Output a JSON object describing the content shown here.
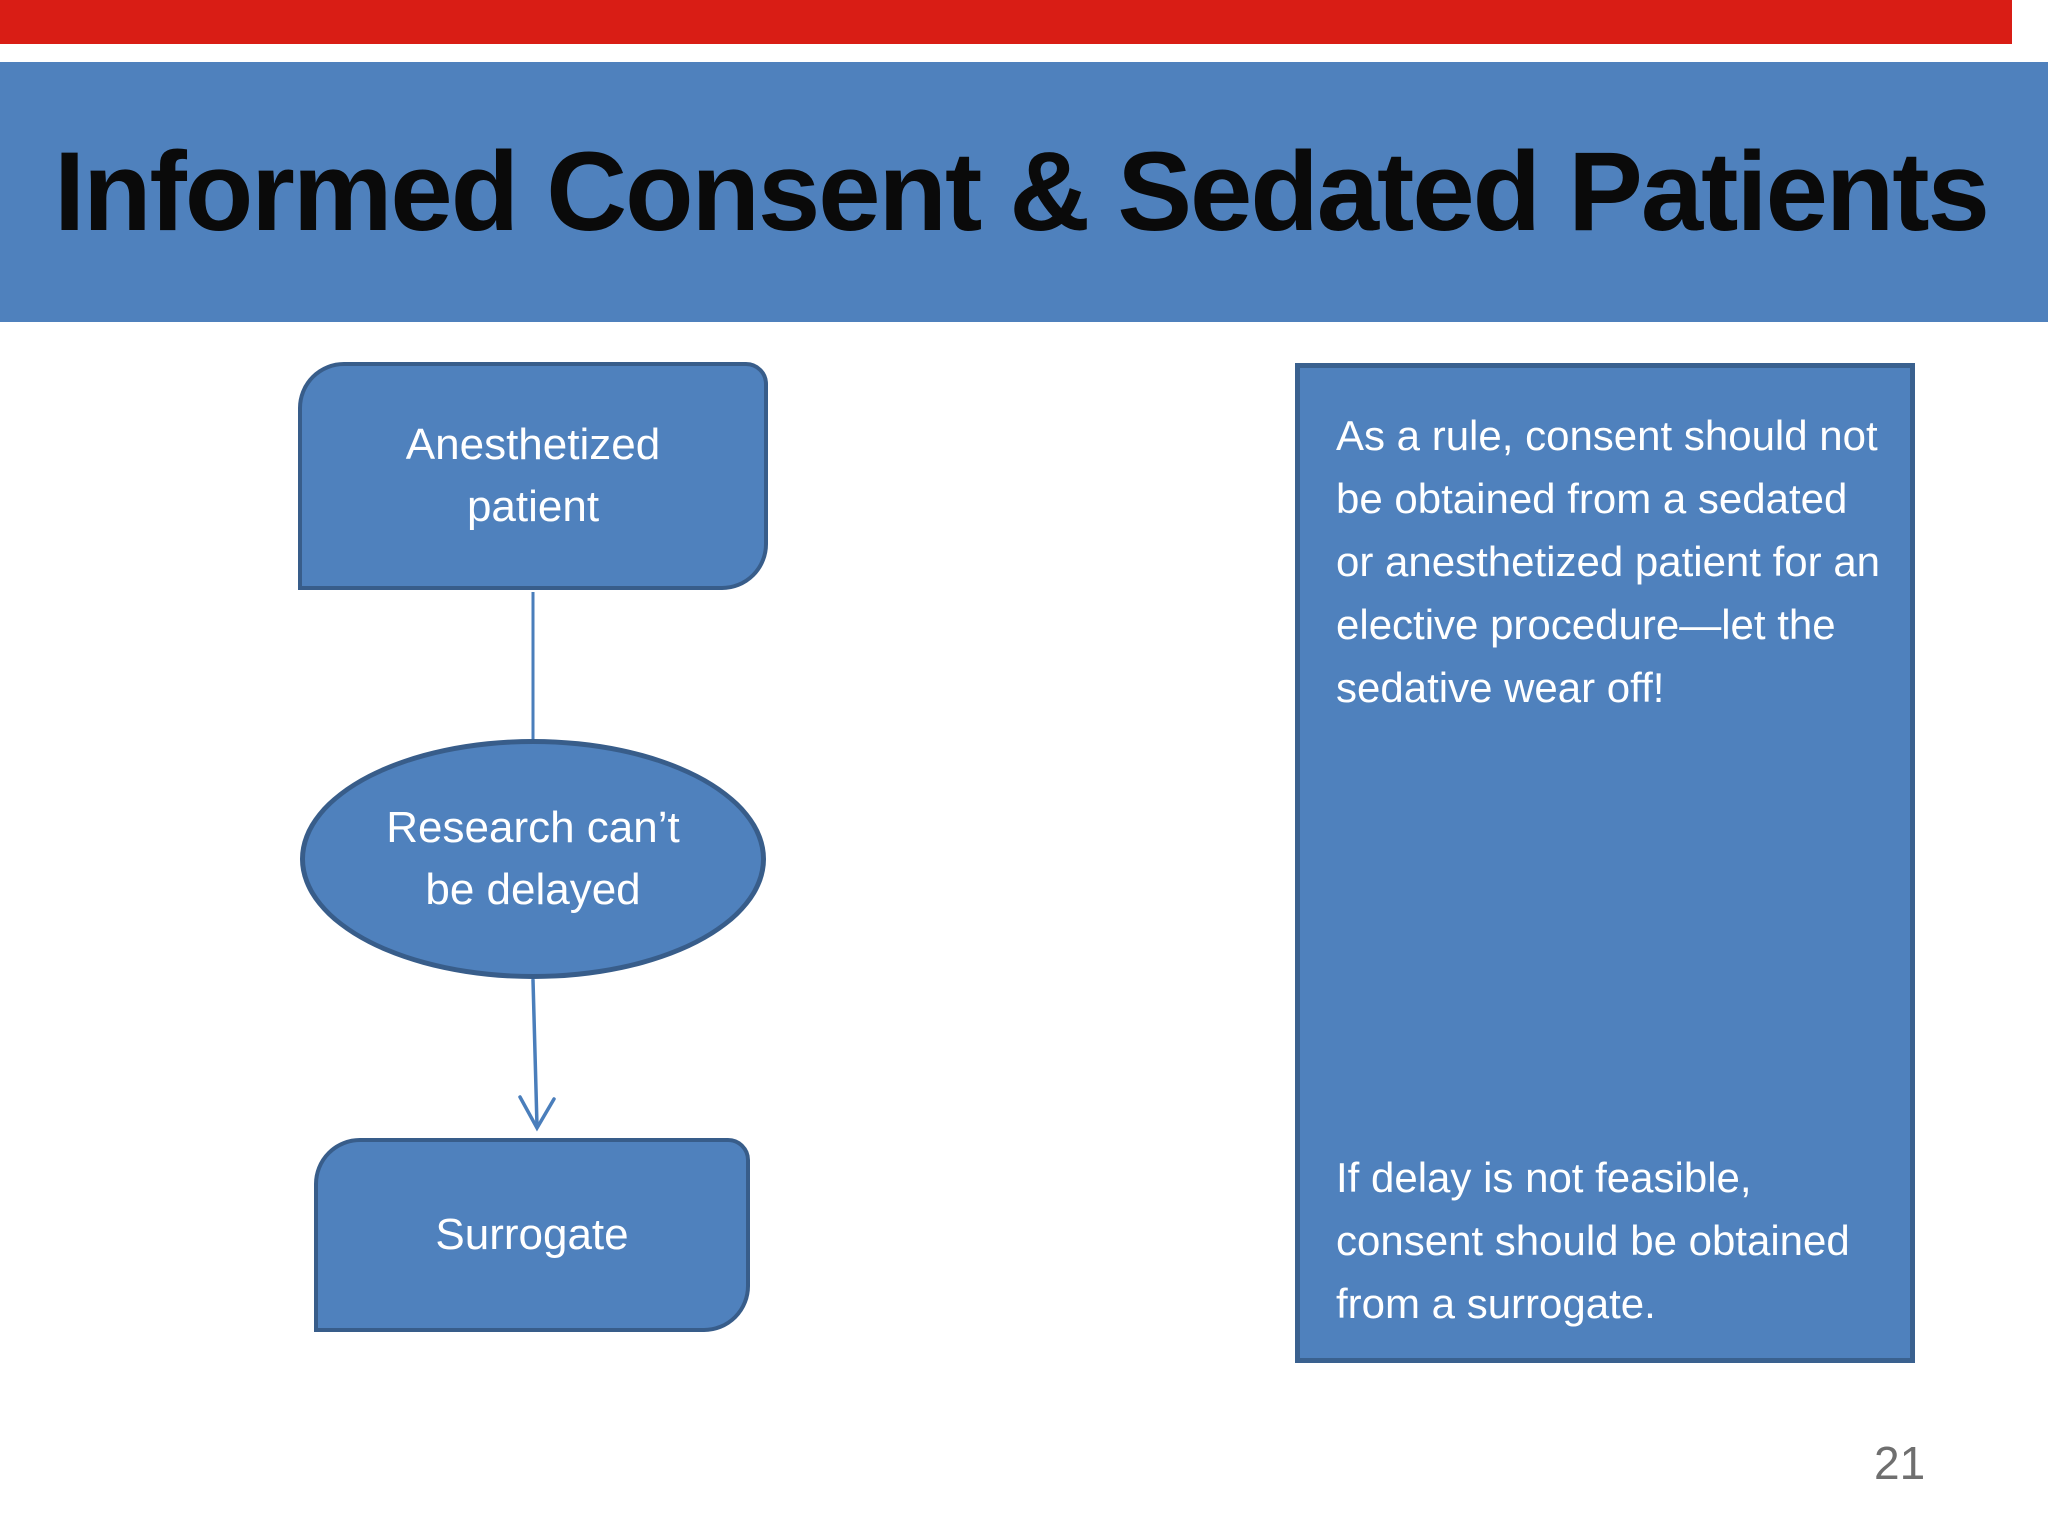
{
  "slide": {
    "title": "Informed Consent & Sedated Patients",
    "page_number": "21",
    "top_bar_color": "#d91d15",
    "title_band_color": "#4f81bd",
    "shape_fill_color": "#4f81bd",
    "shape_border_color": "#385d8a",
    "connector_color": "#4a7ebb",
    "background_color": "#ffffff"
  },
  "flowchart": {
    "nodes": [
      {
        "label": "Anesthetized patient",
        "shape": "round-diagonal-corner-rectangle"
      },
      {
        "label": "Research can’t be delayed",
        "shape": "ellipse"
      },
      {
        "label": "Surrogate",
        "shape": "round-diagonal-corner-rectangle"
      }
    ],
    "connectors": [
      {
        "from": "Anesthetized patient",
        "to": "Research can’t be delayed",
        "arrowhead": false
      },
      {
        "from": "Research can’t be delayed",
        "to": "Surrogate",
        "arrowhead": true
      }
    ]
  },
  "info_panel": {
    "paragraph1": "As a rule, consent should not be obtained from a sedated or anesthetized patient for an elective procedure—let the sedative wear off!",
    "paragraph2": "If delay is not feasible, consent should be obtained from a surrogate."
  }
}
